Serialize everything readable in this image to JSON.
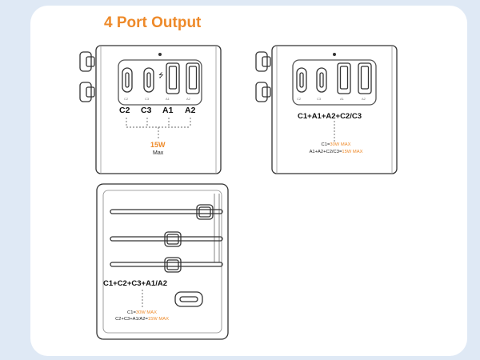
{
  "title": "4 Port Output",
  "device1": {
    "ports": [
      "C2",
      "C3",
      "A1",
      "A2"
    ],
    "power": "15W",
    "power_sub": "Max",
    "usb_symbol": "⭍"
  },
  "device2": {
    "combo": "C1+A1+A2+C2/C3",
    "note1_a": "C1=",
    "note1_b": "30W MAX",
    "note2_a": "A1+A2+C2/C3=",
    "note2_b": "15W MAX"
  },
  "device3": {
    "combo": "C1+C2+C3+A1/A2",
    "note1_a": "C1=",
    "note1_b": "30W MAX",
    "note2_a": "C2+C3+A1/A2=",
    "note2_b": "15W MAX"
  },
  "port_codes": [
    "C2",
    "C3",
    "A1",
    "A2"
  ],
  "colors": {
    "accent": "#ee8a2a",
    "background": "#dfe9f5",
    "card": "#ffffff",
    "outline": "#333333"
  }
}
